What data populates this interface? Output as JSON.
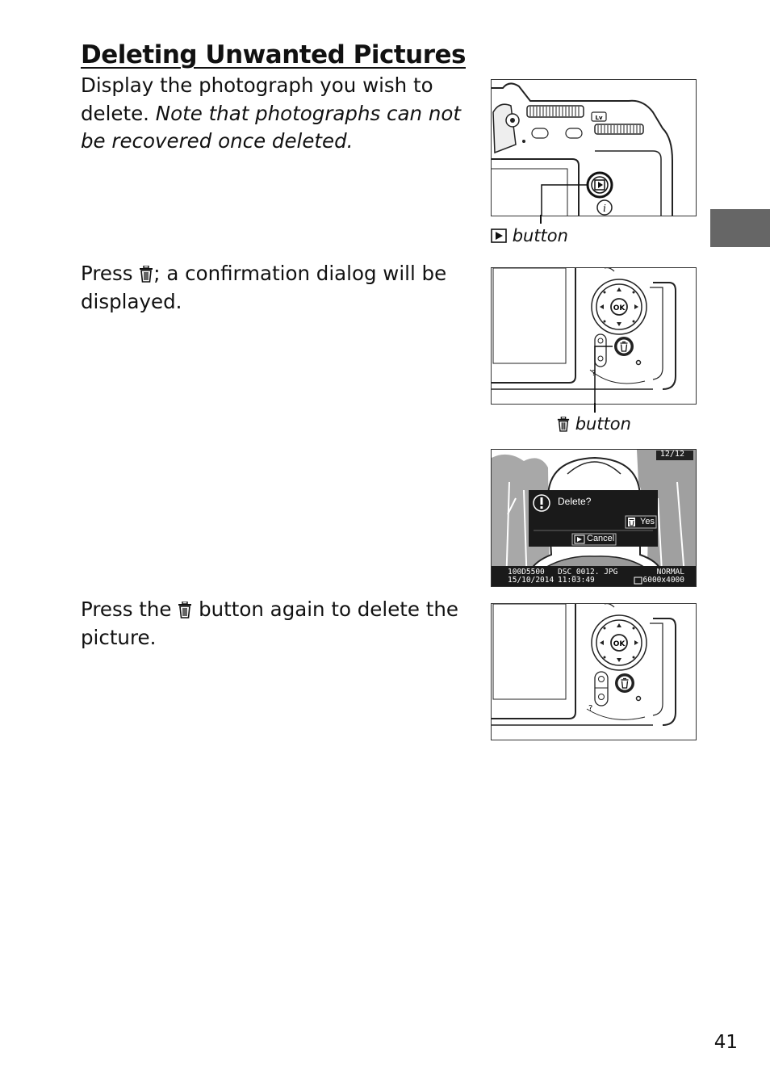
{
  "page": {
    "title": "Deleting Unwanted Pictures",
    "page_number": "41",
    "section_tab_color": "#666666"
  },
  "steps": [
    {
      "text_plain": "Display the photograph you wish to delete.",
      "text_italic": "Note that photographs can not be recovered once deleted.",
      "figure_caption": "button",
      "figure_icon": "playback-icon"
    },
    {
      "text_before_icon": "Press",
      "text_after_icon": "; a confirmation dialog will be displayed.",
      "inline_icon": "trash-icon",
      "figure_caption": "button",
      "figure_icon": "trash-icon"
    },
    {
      "text_before_icon": "Press the",
      "text_after_icon": "button again to delete the picture.",
      "inline_icon": "trash-icon"
    }
  ],
  "screen": {
    "counter": "12/12",
    "dialog_title": "Delete?",
    "yes_label": "Yes",
    "cancel_label": "Cancel",
    "folder": "100D5500",
    "filename": "DSC_0012. JPG",
    "quality": "NORMAL",
    "date": "15/10/2014",
    "time": "11:03:49",
    "size": "6000x4000"
  },
  "camera_labels": {
    "lv": "Lv",
    "ok": "OK",
    "info": "i",
    "help": "?"
  }
}
